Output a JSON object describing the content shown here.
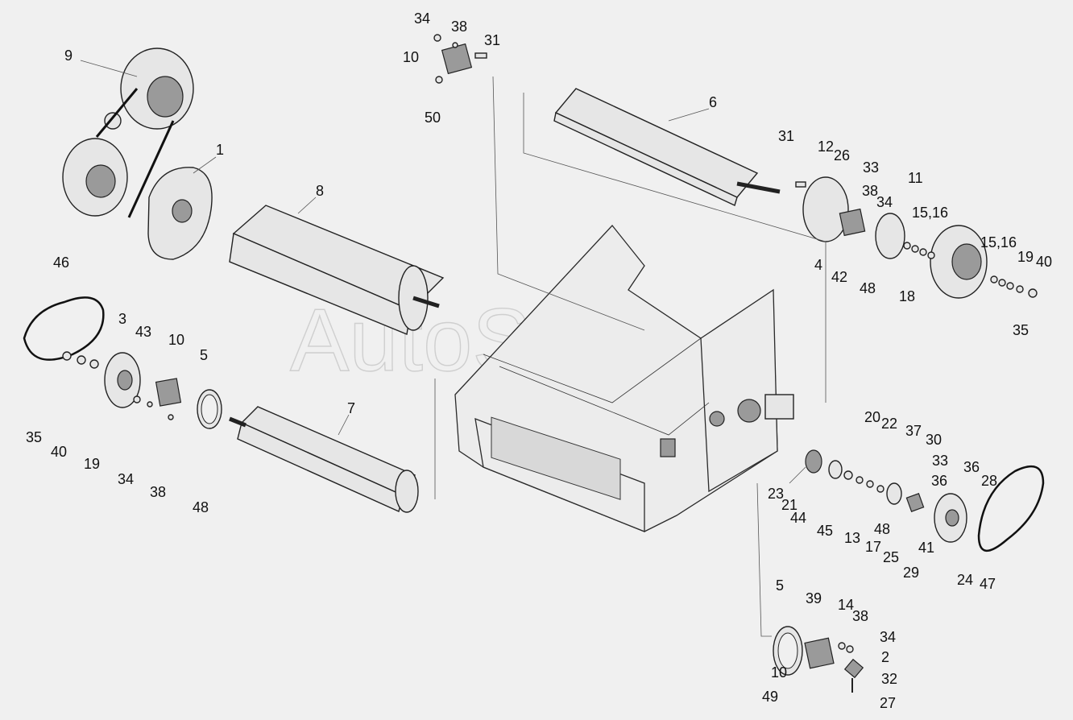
{
  "diagram": {
    "watermark": "AutoSoft",
    "part_labels": [
      {
        "id": "l-34-top",
        "text": "34"
      },
      {
        "id": "l-38-top",
        "text": "38"
      },
      {
        "id": "l-31-top",
        "text": "31"
      },
      {
        "id": "l-10-top",
        "text": "10"
      },
      {
        "id": "l-50",
        "text": "50"
      },
      {
        "id": "l-9",
        "text": "9"
      },
      {
        "id": "l-1",
        "text": "1"
      },
      {
        "id": "l-8",
        "text": "8"
      },
      {
        "id": "l-6",
        "text": "6"
      },
      {
        "id": "l-31-r",
        "text": "31"
      },
      {
        "id": "l-12",
        "text": "12"
      },
      {
        "id": "l-26",
        "text": "26"
      },
      {
        "id": "l-33-r",
        "text": "33"
      },
      {
        "id": "l-11",
        "text": "11"
      },
      {
        "id": "l-38-r",
        "text": "38"
      },
      {
        "id": "l-34-r",
        "text": "34"
      },
      {
        "id": "l-15-16-a",
        "text": "15,16"
      },
      {
        "id": "l-15-16-b",
        "text": "15,16"
      },
      {
        "id": "l-19-r",
        "text": "19"
      },
      {
        "id": "l-40-r",
        "text": "40"
      },
      {
        "id": "l-4",
        "text": "4"
      },
      {
        "id": "l-42",
        "text": "42"
      },
      {
        "id": "l-48-r",
        "text": "48"
      },
      {
        "id": "l-18",
        "text": "18"
      },
      {
        "id": "l-35-r",
        "text": "35"
      },
      {
        "id": "l-46",
        "text": "46"
      },
      {
        "id": "l-3",
        "text": "3"
      },
      {
        "id": "l-43",
        "text": "43"
      },
      {
        "id": "l-10-l",
        "text": "10"
      },
      {
        "id": "l-5-l",
        "text": "5"
      },
      {
        "id": "l-7",
        "text": "7"
      },
      {
        "id": "l-35-l",
        "text": "35"
      },
      {
        "id": "l-40-l",
        "text": "40"
      },
      {
        "id": "l-19-l",
        "text": "19"
      },
      {
        "id": "l-34-l",
        "text": "34"
      },
      {
        "id": "l-38-l",
        "text": "38"
      },
      {
        "id": "l-48-l",
        "text": "48"
      },
      {
        "id": "l-20",
        "text": "20"
      },
      {
        "id": "l-22",
        "text": "22"
      },
      {
        "id": "l-37",
        "text": "37"
      },
      {
        "id": "l-30",
        "text": "30"
      },
      {
        "id": "l-33-br",
        "text": "33"
      },
      {
        "id": "l-36-a",
        "text": "36"
      },
      {
        "id": "l-36-b",
        "text": "36"
      },
      {
        "id": "l-28",
        "text": "28"
      },
      {
        "id": "l-23",
        "text": "23"
      },
      {
        "id": "l-21",
        "text": "21"
      },
      {
        "id": "l-44",
        "text": "44"
      },
      {
        "id": "l-45",
        "text": "45"
      },
      {
        "id": "l-13",
        "text": "13"
      },
      {
        "id": "l-48-br",
        "text": "48"
      },
      {
        "id": "l-17",
        "text": "17"
      },
      {
        "id": "l-25",
        "text": "25"
      },
      {
        "id": "l-41",
        "text": "41"
      },
      {
        "id": "l-29",
        "text": "29"
      },
      {
        "id": "l-24",
        "text": "24"
      },
      {
        "id": "l-47",
        "text": "47"
      },
      {
        "id": "l-5-b",
        "text": "5"
      },
      {
        "id": "l-39",
        "text": "39"
      },
      {
        "id": "l-14",
        "text": "14"
      },
      {
        "id": "l-38-b",
        "text": "38"
      },
      {
        "id": "l-34-b",
        "text": "34"
      },
      {
        "id": "l-2",
        "text": "2"
      },
      {
        "id": "l-10-b",
        "text": "10"
      },
      {
        "id": "l-32",
        "text": "32"
      },
      {
        "id": "l-49",
        "text": "49"
      },
      {
        "id": "l-27",
        "text": "27"
      }
    ]
  }
}
